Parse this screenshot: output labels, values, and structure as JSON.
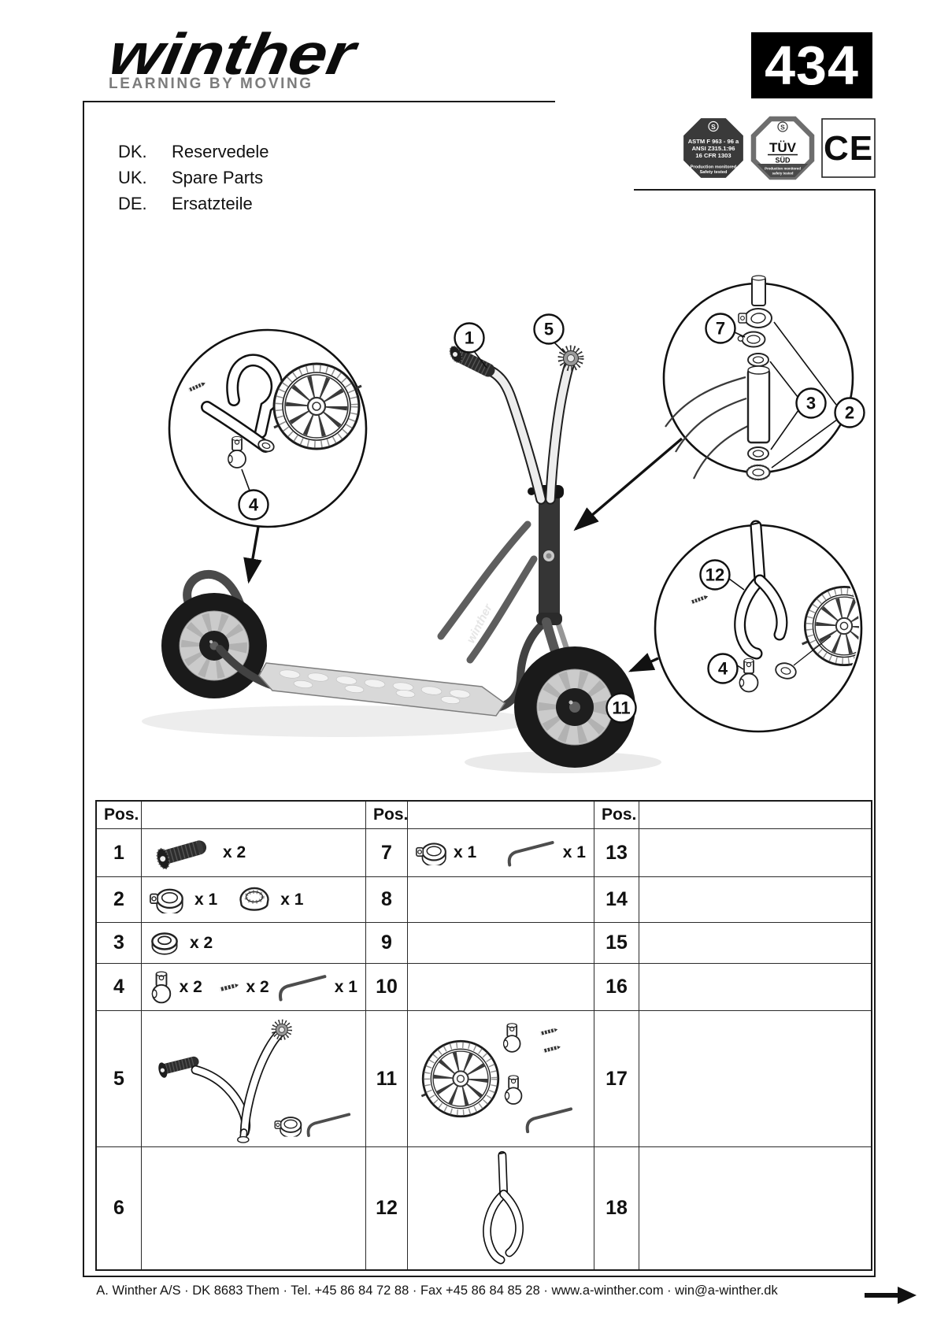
{
  "header": {
    "logo": "winther",
    "tagline": "LEARNING BY MOVING",
    "model_number": "434"
  },
  "languages": [
    {
      "code": "DK.",
      "label": "Reservedele"
    },
    {
      "code": "UK.",
      "label": "Spare Parts"
    },
    {
      "code": "DE.",
      "label": "Ersatzteile"
    }
  ],
  "certifications": {
    "astm": {
      "mark": "S",
      "line1": "ASTM F 963 - 96 a",
      "line2": "ANSI Z315.1:96",
      "line3": "16 CFR 1303",
      "footer1": "Production monitored",
      "footer2": "Safety tested"
    },
    "tuv": {
      "mark": "S",
      "title": "TÜV",
      "subtitle": "SÜD",
      "footer1": "Production monitored",
      "footer2": "safety tested"
    },
    "ce": {
      "label": "CE"
    }
  },
  "diagram": {
    "frame_decal": "winther",
    "callouts": {
      "left_grip": "1",
      "stem_hardware": "2",
      "bearing_washers": "3",
      "rear_axle_holder": "4",
      "brush_grip": "5",
      "clamp_ring": "7",
      "front_wheel": "11",
      "front_fork": "12",
      "front_axle_holder": "4"
    }
  },
  "parts_table": {
    "pos_header": "Pos.",
    "groups": [
      {
        "rows": [
          {
            "pos": "1",
            "qty1": "x 2"
          },
          {
            "pos": "2",
            "qty1": "x 1",
            "qty2": "x 1"
          },
          {
            "pos": "3",
            "qty1": "x 2"
          },
          {
            "pos": "4",
            "qty1": "x 2",
            "qty2": "x 2",
            "qty3": "x 1"
          },
          {
            "pos": "5"
          },
          {
            "pos": "6"
          }
        ]
      },
      {
        "rows": [
          {
            "pos": "7",
            "qty1": "x 1",
            "qty2": "x 1"
          },
          {
            "pos": "8"
          },
          {
            "pos": "9"
          },
          {
            "pos": "10"
          },
          {
            "pos": "11"
          },
          {
            "pos": "12"
          }
        ]
      },
      {
        "rows": [
          {
            "pos": "13"
          },
          {
            "pos": "14"
          },
          {
            "pos": "15"
          },
          {
            "pos": "16"
          },
          {
            "pos": "17"
          },
          {
            "pos": "18"
          }
        ]
      }
    ]
  },
  "footer": {
    "contact": "A. Winther A/S · DK 8683 Them · Tel. +45 86 84 72 88 · Fax +45 86 84 85 28 · www.a-winther.com · win@a-winther.dk"
  }
}
